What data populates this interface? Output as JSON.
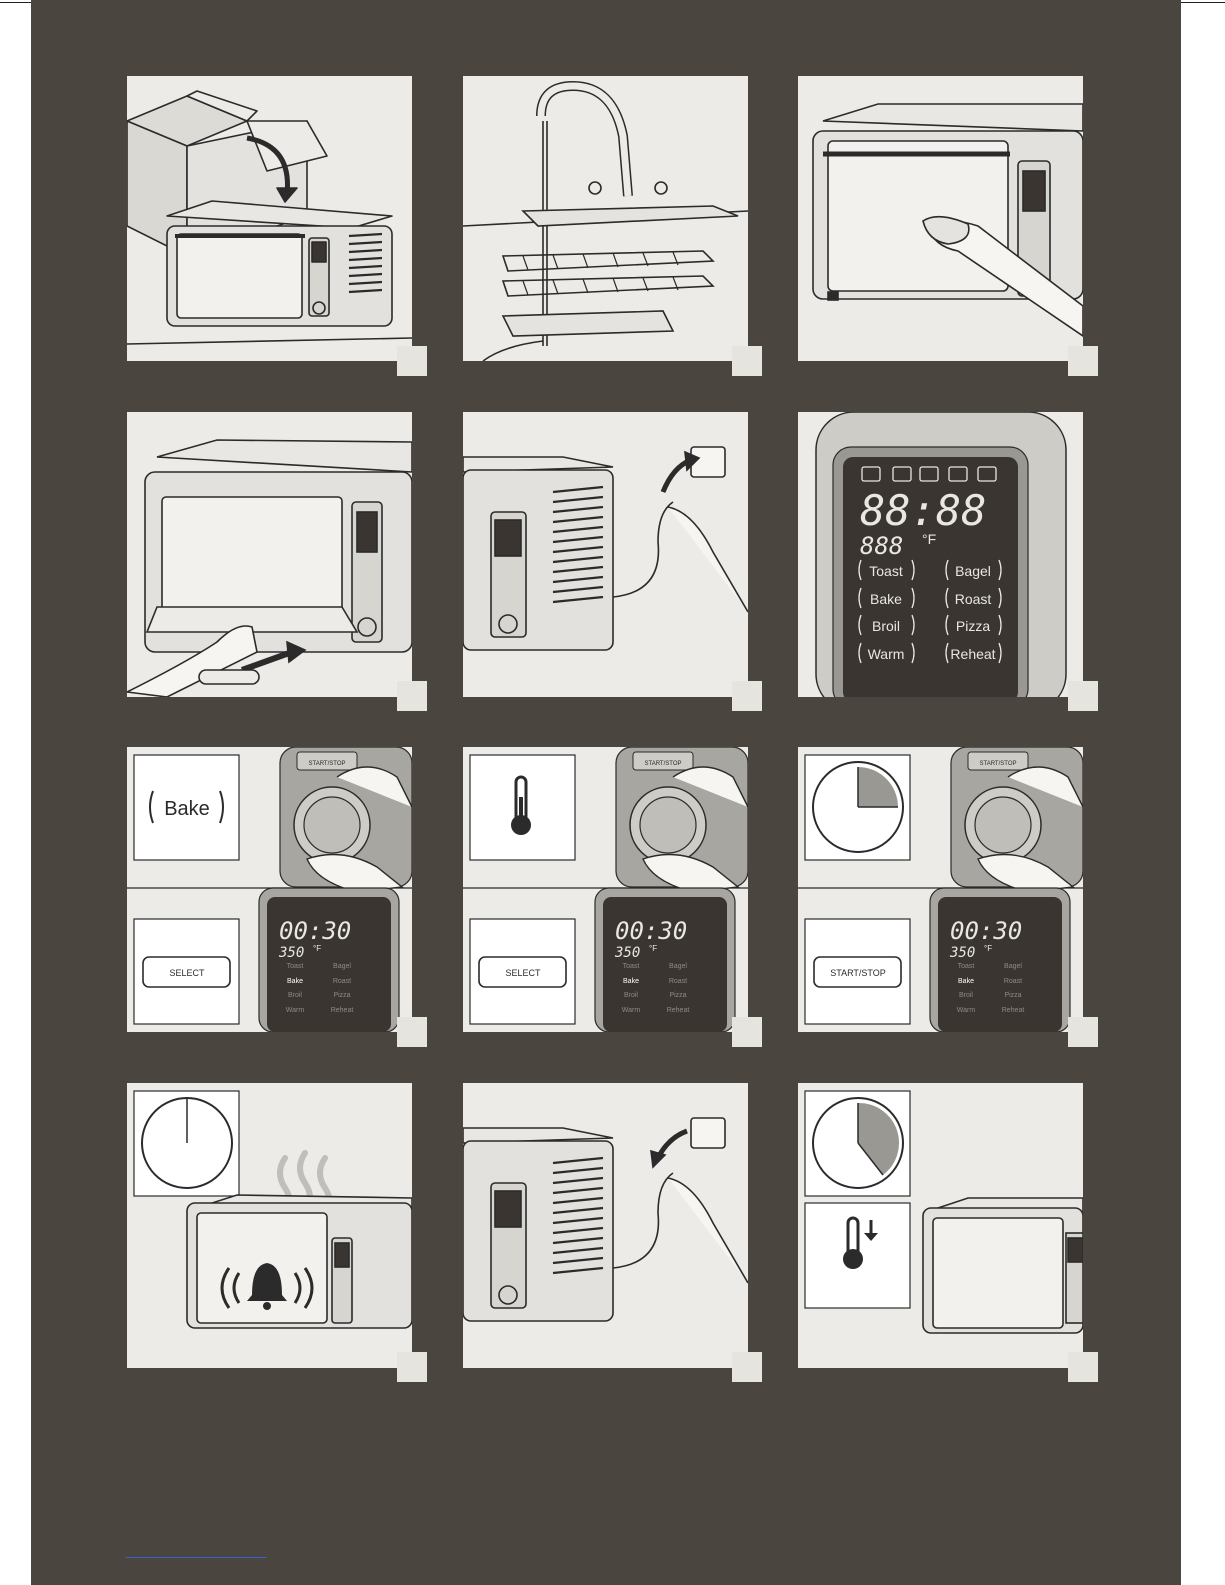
{
  "panels": {
    "p6": {
      "time": "88:88",
      "temp": "888",
      "unit": "°F",
      "buttons_left": [
        "Toast",
        "Bake",
        "Broil",
        "Warm"
      ],
      "buttons_right": [
        "Bagel",
        "Roast",
        "Pizza",
        "Reheat"
      ]
    },
    "p7": {
      "top_label": "Bake",
      "bottom_label": "SELECT",
      "knob_label": "START/STOP"
    },
    "p8": {
      "bottom_label": "SELECT",
      "knob_label": "START/STOP"
    },
    "p9": {
      "bottom_label": "START/STOP",
      "knob_label": "START/STOP"
    },
    "mini_display": {
      "time": "00:30",
      "temp": "350",
      "unit": "°F",
      "buttons_left": [
        "Toast",
        "Bake",
        "Broil",
        "Warm"
      ],
      "buttons_right": [
        "Bagel",
        "Roast",
        "Pizza",
        "Reheat"
      ]
    }
  },
  "icons": {
    "p1": "box-with-arrow-into-oven",
    "p2": "tap-washing-trays",
    "p3": "hand-wiping-oven",
    "p4": "hand-inserting-tray",
    "p5": "plug-into-socket",
    "p8": "thermometer-icon",
    "p9": "quarter-clock-icon",
    "p10": "bell-alarm-icon",
    "p11": "unplug-from-socket",
    "p12": "temperature-down-icon"
  },
  "colors": {
    "page": "#4a453e",
    "panel": "#ecebe7",
    "tag": "#e5e4df",
    "display": "#3a3531",
    "line": "#2b2b2b"
  }
}
